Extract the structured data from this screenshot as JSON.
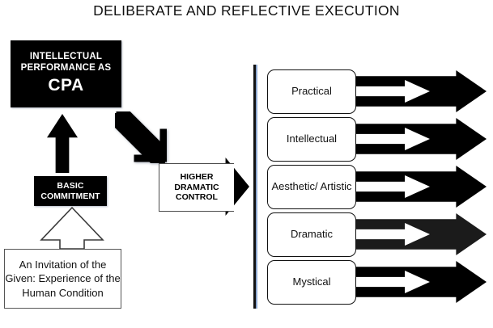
{
  "title": "DELIBERATE AND REFLECTIVE EXECUTION",
  "boxes": {
    "cpa": {
      "line1": "INTELLECTUAL PERFORMANCE AS",
      "line2": "CPA"
    },
    "basic_commitment": "BASIC COMMITMENT",
    "invitation": "An Invitation of the Given: Experience of the Human Condition",
    "higher_dramatic_control": "HIGHER DRAMATIC CONTROL"
  },
  "modes": [
    {
      "label": "Practical",
      "arrow_tone": "solid"
    },
    {
      "label": "Intellectual",
      "arrow_tone": "solid"
    },
    {
      "label": "Aesthetic/ Artistic",
      "arrow_tone": "solid"
    },
    {
      "label": "Dramatic",
      "arrow_tone": "soft"
    },
    {
      "label": "Mystical",
      "arrow_tone": "solid"
    }
  ],
  "colors": {
    "fill_black": "#000000",
    "fill_soft_black": "#1b1b1b",
    "accent_blue": "#8ba6ce",
    "text_light": "#ffffff",
    "text_dark": "#111111",
    "page_background": "#ffffff"
  },
  "icons": {
    "up_arrow": "up-arrow-icon",
    "diagonal_arrow": "diagonal-down-right-arrow-icon",
    "hollow_up_arrow": "hollow-up-arrow-icon",
    "right_arrow": "right-arrow-icon"
  }
}
